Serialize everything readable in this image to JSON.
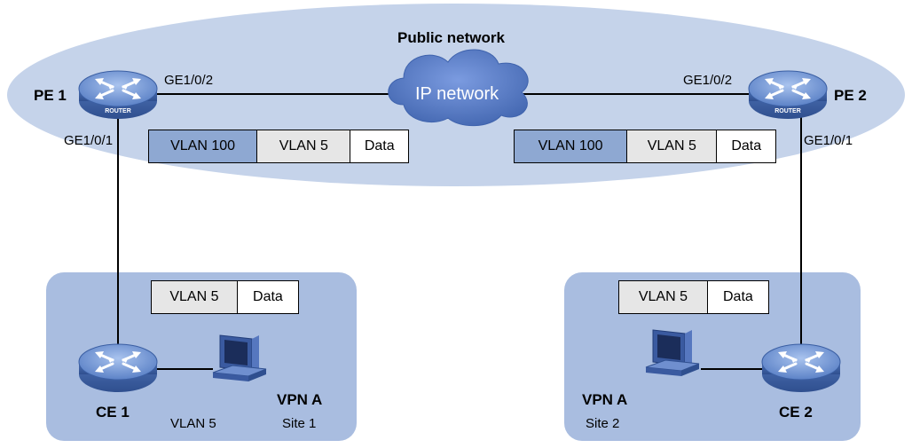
{
  "public_network": {
    "title": "Public network"
  },
  "cloud": {
    "label": "IP network"
  },
  "pe1": {
    "name": "PE 1",
    "device_label": "ROUTER",
    "port_upstream": "GE1/0/2",
    "port_downstream": "GE1/0/1"
  },
  "pe2": {
    "name": "PE 2",
    "device_label": "ROUTER",
    "port_upstream": "GE1/0/2",
    "port_downstream": "GE1/0/1"
  },
  "ce1": {
    "name": "CE 1"
  },
  "ce2": {
    "name": "CE 2"
  },
  "site1": {
    "vpn": "VPN A",
    "site": "Site 1",
    "vlan_link": "VLAN 5"
  },
  "site2": {
    "vpn": "VPN A",
    "site": "Site 2"
  },
  "frames": {
    "public_left": {
      "outer": "VLAN 100",
      "inner": "VLAN 5",
      "data": "Data"
    },
    "public_right": {
      "outer": "VLAN 100",
      "inner": "VLAN 5",
      "data": "Data"
    },
    "site1": {
      "inner": "VLAN 5",
      "data": "Data"
    },
    "site2": {
      "inner": "VLAN 5",
      "data": "Data"
    }
  },
  "colors": {
    "public_ellipse": "#c5d3ea",
    "site_area": "#a9bde0",
    "cloud": "#5b7ec7",
    "router": "#6f93d2",
    "outer_tag": "#8ea8d2",
    "inner_tag": "#e6e6e6"
  },
  "icons": [
    "router-icon",
    "cloud-icon",
    "pc-icon"
  ]
}
